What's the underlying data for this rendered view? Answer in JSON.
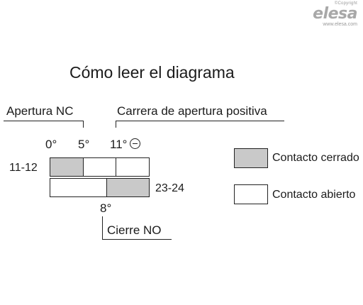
{
  "logo": {
    "copyright": "©Copyright",
    "brand": "elesa",
    "url": "www.elesa.com"
  },
  "title": "Cómo leer el diagrama",
  "labels": {
    "apertura_nc": "Apertura NC",
    "carrera": "Carrera de apertura positiva",
    "cierre_no": "Cierre NO"
  },
  "degrees": {
    "d0": "0°",
    "d5": "5°",
    "d11": "11°",
    "d8": "8°"
  },
  "rows": [
    {
      "contact": "11-12",
      "states": [
        "cerrado",
        "abierto",
        "abierto"
      ]
    },
    {
      "contact": "23-24",
      "states": [
        "abierto",
        "cerrado"
      ]
    }
  ],
  "legend": [
    {
      "label": "Contacto cerrado",
      "fill": "#c9c9c9"
    },
    {
      "label": "Contacto abierto",
      "fill": "#ffffff"
    }
  ],
  "icons": {
    "positive_opening": "circle-minus-icon",
    "brand": "elesa-logo"
  }
}
